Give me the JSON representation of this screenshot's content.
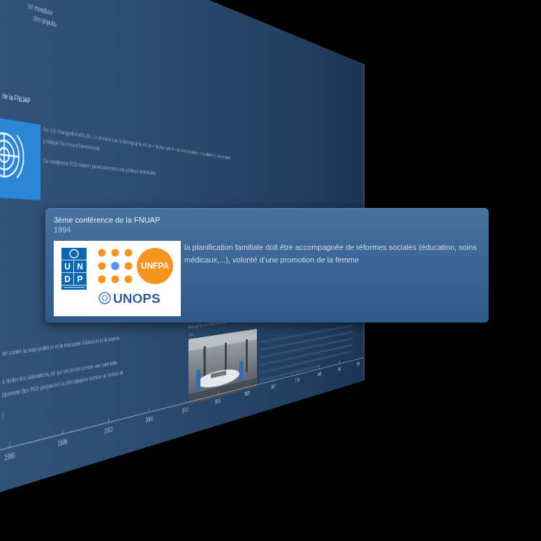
{
  "diagram": {
    "nodes": [
      {
        "text": [
          "3ème conférence de la FNUAP",
          "1994",
          "la planification familiale doit être accompagnée de réformes sociales (éducation, soins médicaux,...), volonté d’une promotion de la femme"
        ]
      }
    ],
    "labels": [
      "on mondiale",
      "des popula-",
      "de la FNUAP",
      "les US changent d’attitude : ils pensent que la démographie est un « facteur neutre » de la croissance, et se montrent hostile toute politique favorisant l’avortement.",
      "De nombreux PED suivent paradoxalement une politique antinataliste",
      "U",
      "N",
      "D",
      "P",
      "UNFPA",
      "UNOPS",
      "BMW optimise ses chaînes de montage",
      "2011",
      "ter contre la surpopulation et la mauvaise éducation de la popula-",
      "à limiter les naissances, ce qui est perçu comme une contrainte",
      "ppement (les PED perçoivent la démographie comme un facteur de",
      ")",
      "1990",
      "1995",
      "2000",
      "2005",
      "2010",
      "2015",
      "2020",
      "2025",
      "2030",
      "2035",
      "2040",
      "2045"
    ]
  }
}
